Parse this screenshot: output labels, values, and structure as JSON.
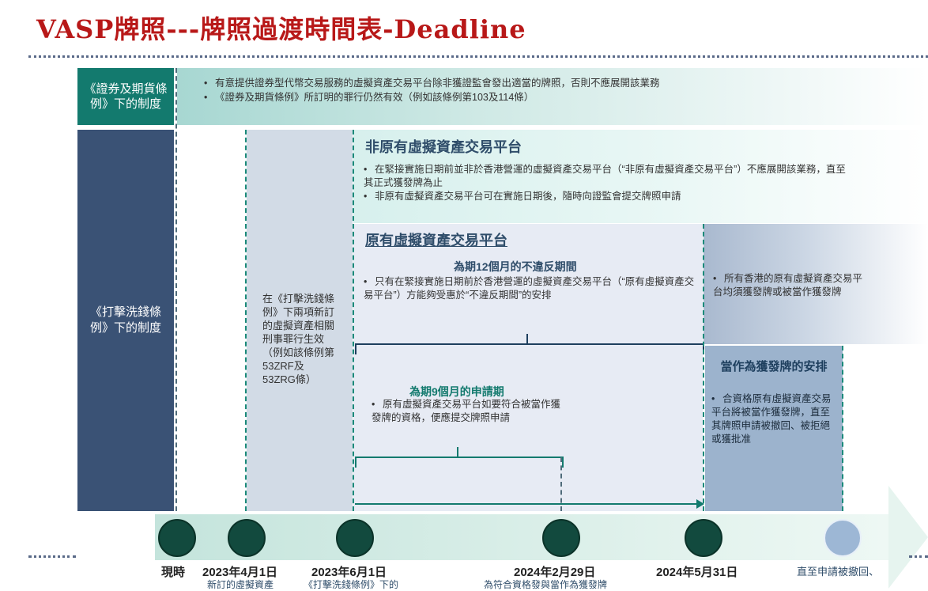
{
  "title": "VASP牌照---牌照過渡時間表-Deadline",
  "rows": {
    "sfo_label": "《證券及期貨條例》下的制度",
    "sfo_bullets": [
      "有意提供證券型代幣交易服務的虛擬資產交易平台除非獲證監會發出適當的牌照，否則不應展開該業務",
      "《證券及期貨條例》所訂明的罪行仍然有效（例如該條例第103及114條）"
    ],
    "amlo_label": "《打擊洗錢條例》下的制度"
  },
  "offences_note": "在《打擊洗錢條例》下兩項新訂的虛擬資產相關刑事罪行生效（例如該條例第53ZRF及53ZRG條）",
  "non_preexisting": {
    "title": "非原有虛擬資產交易平台",
    "bullets": [
      "在緊接實施日期前並非於香港營運的虛擬資產交易平台（“非原有虛擬資產交易平台”）不應展開該業務，直至其正式獲發牌為止",
      "非原有虛擬資產交易平台可在實施日期後，隨時向證監會提交牌照申請"
    ]
  },
  "preexisting": {
    "title": "原有虛擬資產交易平台",
    "non_contravention_title": "為期12個月的不違反期間",
    "non_contravention_text": "只有在緊接實施日期前於香港營運的虛擬資產交易平台（“原有虛擬資產交易平台”）方能夠受惠於“不違反期間”的安排",
    "application_title": "為期9個月的申請期",
    "application_text": "原有虛擬資產交易平台如要符合被當作獲發牌的資格，便應提交牌照申請"
  },
  "after_deadline": {
    "text": "所有香港的原有虛擬資產交易平台均須獲發牌或被當作獲發牌",
    "deemed_title": "當作為獲發牌的安排",
    "deemed_text": "合資格原有虛擬資產交易平台將被當作獲發牌，直至其牌照申請被撤回、被拒絕或獲批准"
  },
  "timeline": [
    {
      "date": "現時",
      "sub": ""
    },
    {
      "date": "2023年4月1日",
      "sub": "新訂的虛擬資產"
    },
    {
      "date": "2023年6月1日",
      "sub": "《打擊洗錢條例》下的"
    },
    {
      "date": "2024年2月29日",
      "sub": "為符合資格發與當作為獲發牌"
    },
    {
      "date": "2024年5月31日",
      "sub": ""
    },
    {
      "date": "直至申請被撤回、",
      "sub": ""
    }
  ],
  "colors": {
    "title_red": "#b81818",
    "green": "#137a6e",
    "navy": "#3a5275",
    "dark_circle": "#124a3e"
  }
}
